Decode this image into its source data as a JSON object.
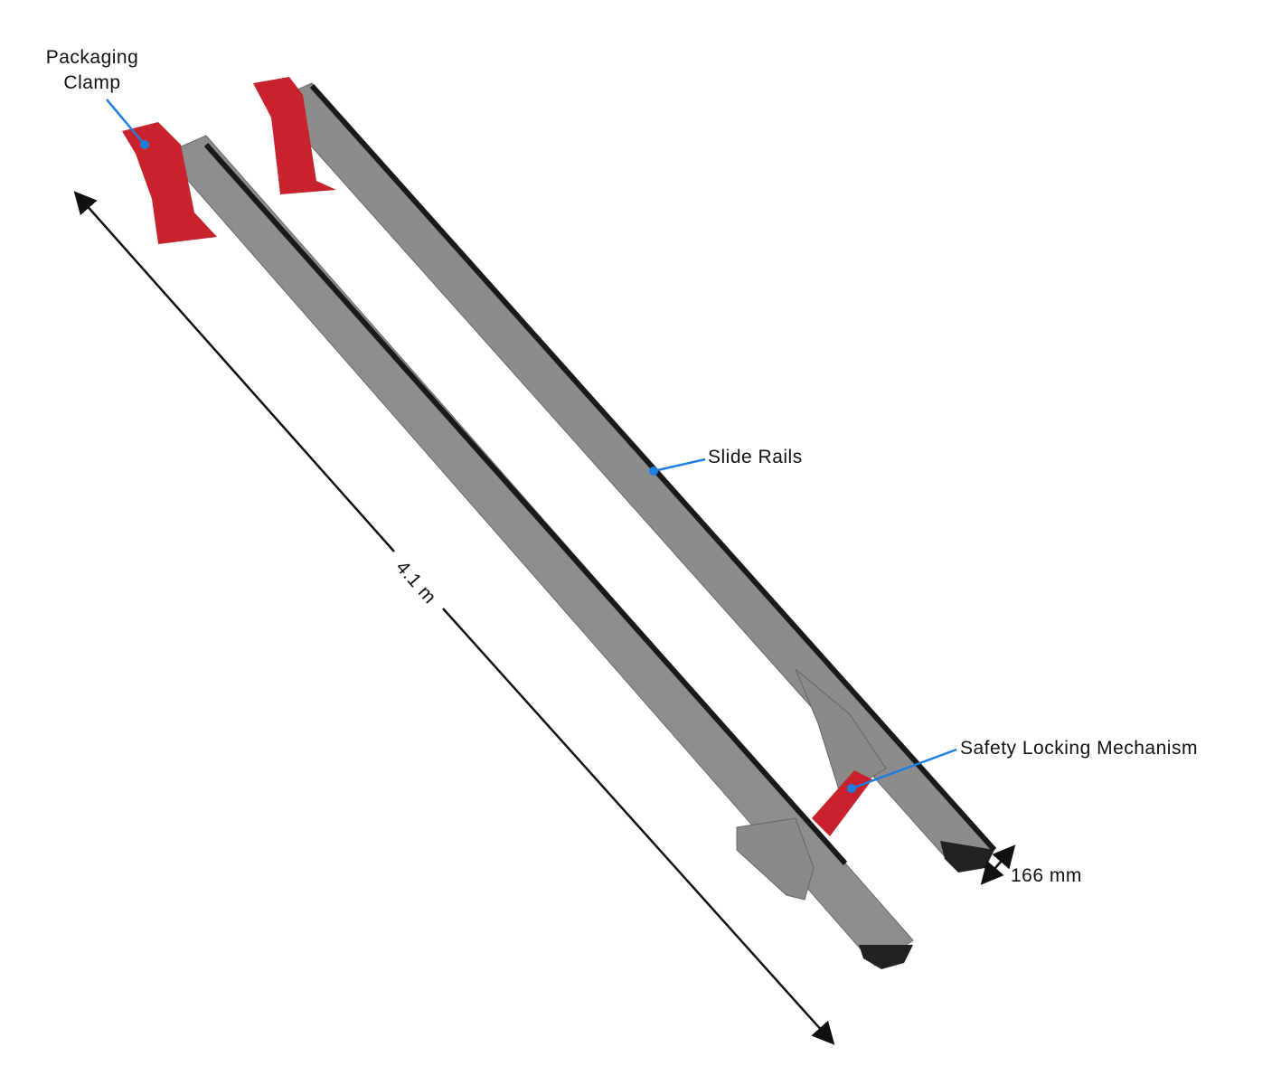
{
  "labels": {
    "clamp_line1": "Packaging",
    "clamp_line2": "Clamp",
    "slide_rails": "Slide Rails",
    "safety_lock": "Safety Locking Mechanism",
    "length_dim": "4.1 m",
    "width_dim": "166 mm"
  },
  "colors": {
    "leader": "#1a7fe0",
    "rail": "#8a8a8a",
    "clamp": "#c8232c"
  }
}
